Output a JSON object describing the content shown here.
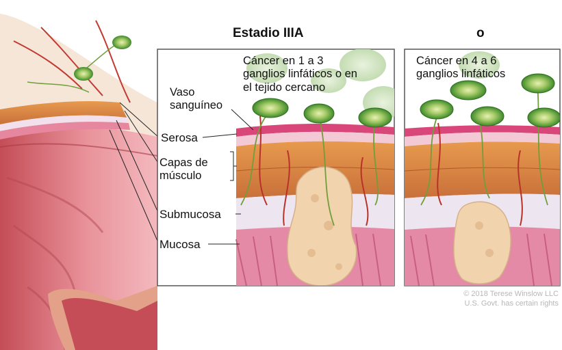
{
  "diagram": {
    "stage_title": "Estadio IIIA",
    "or_word": "o",
    "panel_a_caption": "Cáncer en 1 a 3\nganglios linfáticos o en\nel tejido cercano",
    "panel_b_caption": "Cáncer en 4 a 6\nganglios linfáticos",
    "labels": {
      "vessel": "Vaso\nsanguíneo",
      "serosa": "Serosa",
      "muscle": "Capas de\nmúsculo",
      "submucosa": "Submucosa",
      "mucosa": "Mucosa"
    },
    "credit_line1": "© 2018 Terese Winslow LLC",
    "credit_line2": "U.S. Govt. has certain rights"
  },
  "colors": {
    "serosa": "#d9477a",
    "muscle": "#d9823f",
    "submucosa": "#ece6ef",
    "mucosa": "#e58aa6",
    "tumor": "#f1d3ad",
    "lymph_node": "#5aa83c",
    "vessel": "#b8312a",
    "nerve": "#6f9e3a"
  }
}
